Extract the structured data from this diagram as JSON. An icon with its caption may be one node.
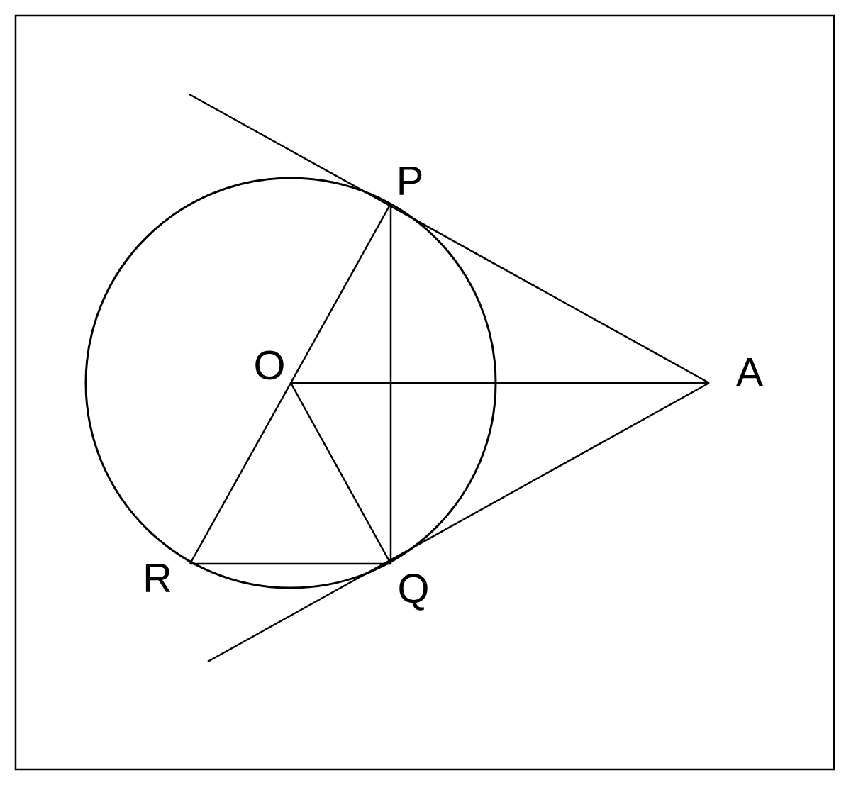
{
  "diagram": {
    "labels": [
      "P",
      "O",
      "A",
      "R",
      "Q"
    ]
  }
}
